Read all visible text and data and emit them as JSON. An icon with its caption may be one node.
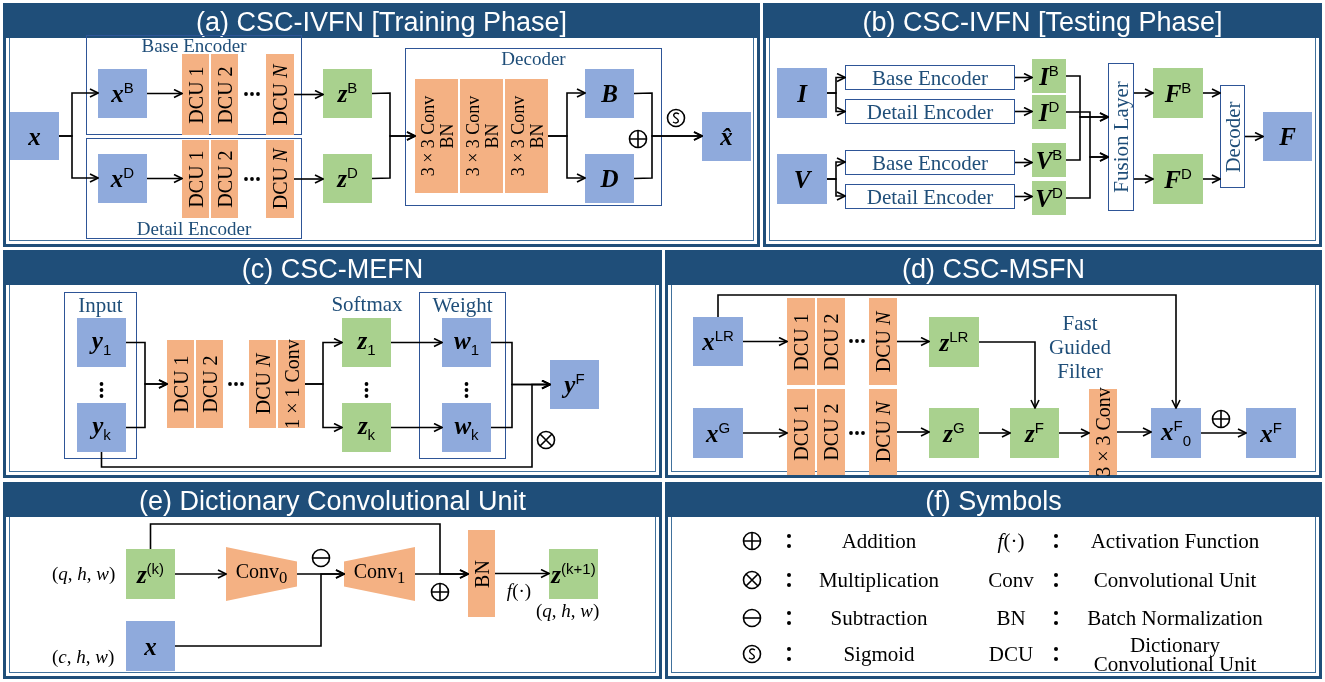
{
  "diagram": {
    "nodes": [
      {
        "text": [
          "(a) CSC-IVFN [Training Phase]"
        ]
      },
      {
        "text": [
          "x"
        ],
        "in": 0
      },
      {
        "text": [
          "Base Encoder"
        ],
        "in": 0
      },
      {
        "text": [
          "x$^{B}$"
        ],
        "in": 2
      },
      {
        "text": [
          "DCU 1"
        ],
        "in": 2
      },
      {
        "text": [
          "DCU 2"
        ],
        "in": 2
      },
      {
        "text": [
          "DCU *N*"
        ],
        "in": 2
      },
      {
        "text": [
          "Detail Encoder"
        ],
        "in": 0
      },
      {
        "text": [
          "x$^{D}$"
        ],
        "in": 7
      },
      {
        "text": [
          "DCU 1"
        ],
        "in": 7
      },
      {
        "text": [
          "DCU 2"
        ],
        "in": 7
      },
      {
        "text": [
          "DCU *N*"
        ],
        "in": 7
      },
      {
        "text": [
          "z$^{B}$"
        ],
        "in": 0
      },
      {
        "text": [
          "z$^{D}$"
        ],
        "in": 0
      },
      {
        "text": [
          "Decoder"
        ],
        "in": 0
      },
      {
        "text": [
          "3 × 3 Conv",
          "BN"
        ],
        "in": 14
      },
      {
        "text": [
          "3 × 3 Conv",
          "BN"
        ],
        "in": 14
      },
      {
        "text": [
          "3 × 3 Conv",
          "BN"
        ],
        "in": 14
      },
      {
        "text": [
          "B"
        ],
        "in": 14
      },
      {
        "text": [
          "D"
        ],
        "in": 14
      },
      {
        "text": [
          "x̂"
        ],
        "in": 0
      },
      {
        "text": [
          "(b) CSC-IVFN [Testing Phase]"
        ]
      },
      {
        "text": [
          "I"
        ],
        "in": 21
      },
      {
        "text": [
          "Base Encoder"
        ],
        "in": 21
      },
      {
        "text": [
          "Detail Encoder"
        ],
        "in": 21
      },
      {
        "text": [
          "V"
        ],
        "in": 21
      },
      {
        "text": [
          "Base Encoder"
        ],
        "in": 21
      },
      {
        "text": [
          "Detail Encoder"
        ],
        "in": 21
      },
      {
        "text": [
          "I$^{B}$"
        ],
        "in": 21
      },
      {
        "text": [
          "I$^{D}$"
        ],
        "in": 21
      },
      {
        "text": [
          "V$^{B}$"
        ],
        "in": 21
      },
      {
        "text": [
          "V$^{D}$"
        ],
        "in": 21
      },
      {
        "text": [
          "Fusion Layer"
        ],
        "in": 21
      },
      {
        "text": [
          "F$^{B}$"
        ],
        "in": 21
      },
      {
        "text": [
          "F$^{D}$"
        ],
        "in": 21
      },
      {
        "text": [
          "Decoder"
        ],
        "in": 21
      },
      {
        "text": [
          "F"
        ],
        "in": 21
      },
      {
        "text": [
          "(c) CSC-MEFN"
        ]
      },
      {
        "text": [
          "Input"
        ],
        "in": 37
      },
      {
        "text": [
          "y$_{1}$"
        ],
        "in": 38
      },
      {
        "text": [
          "y$_{k}$"
        ],
        "in": 38
      },
      {
        "text": [
          "DCU 1"
        ],
        "in": 37
      },
      {
        "text": [
          "DCU 2"
        ],
        "in": 37
      },
      {
        "text": [
          "DCU *N*"
        ],
        "in": 37
      },
      {
        "text": [
          "1 × 1 Conv"
        ],
        "in": 37
      },
      {
        "text": [
          "z$_{1}$"
        ],
        "in": 37
      },
      {
        "text": [
          "z$_{k}$"
        ],
        "in": 37
      },
      {
        "text": [
          "Weight"
        ],
        "in": 37
      },
      {
        "text": [
          "w$_{1}$"
        ],
        "in": 47
      },
      {
        "text": [
          "w$_{k}$"
        ],
        "in": 47
      },
      {
        "text": [
          "y$^{F}$"
        ],
        "in": 37
      },
      {
        "text": [
          "(d) CSC-MSFN"
        ]
      },
      {
        "text": [
          "x$^{LR}$"
        ],
        "in": 51
      },
      {
        "text": [
          "DCU 1"
        ],
        "in": 51
      },
      {
        "text": [
          "DCU 2"
        ],
        "in": 51
      },
      {
        "text": [
          "DCU *N*"
        ],
        "in": 51
      },
      {
        "text": [
          "z$^{LR}$"
        ],
        "in": 51
      },
      {
        "text": [
          "x$^{G}$"
        ],
        "in": 51
      },
      {
        "text": [
          "DCU 1"
        ],
        "in": 51
      },
      {
        "text": [
          "DCU 2"
        ],
        "in": 51
      },
      {
        "text": [
          "DCU *N*"
        ],
        "in": 51
      },
      {
        "text": [
          "z$^{G}$"
        ],
        "in": 51
      },
      {
        "text": [
          "z$^{F}$"
        ],
        "in": 51
      },
      {
        "text": [
          "3 × 3 Conv"
        ],
        "in": 51
      },
      {
        "text": [
          "x$^{F}$$_{0}$"
        ],
        "in": 51
      },
      {
        "text": [
          "x$^{F}$"
        ],
        "in": 51
      },
      {
        "text": [
          "(e) Dictionary Convolutional Unit"
        ]
      },
      {
        "text": [
          "z$^{(k)}$"
        ],
        "in": 66,
        "beside": [
          "(*q*, *h*, *w*)"
        ]
      },
      {
        "text": [
          "Conv$_{0}$"
        ],
        "in": 66
      },
      {
        "text": [
          "Conv$_{1}$"
        ],
        "in": 66
      },
      {
        "text": [
          "BN"
        ],
        "in": 66
      },
      {
        "text": [
          "z$^{(k+1)}$"
        ],
        "in": 66,
        "beside": [
          "(*q*, *h*, *w*)"
        ]
      },
      {
        "text": [
          "x"
        ],
        "in": 66,
        "beside": [
          "(*c*, *h*, *w*)"
        ]
      },
      {
        "text": [
          "(f) Symbols"
        ]
      }
    ],
    "edges": [
      {
        "from": 1,
        "to": 3,
        "arrow": "to"
      },
      {
        "from": 1,
        "to": 8,
        "arrow": "to"
      },
      {
        "from": 3,
        "to": 4,
        "arrow": "to"
      },
      {
        "from": 6,
        "to": 12,
        "arrow": "to"
      },
      {
        "from": 8,
        "to": 9,
        "arrow": "to"
      },
      {
        "from": 11,
        "to": 13,
        "arrow": "to"
      },
      {
        "from": 12,
        "to": 15,
        "arrow": "to"
      },
      {
        "from": 13,
        "to": 15,
        "arrow": "to"
      },
      {
        "from": 17,
        "to": 18,
        "arrow": "to"
      },
      {
        "from": 17,
        "to": 19,
        "arrow": "to"
      },
      {
        "from": 18,
        "to": 20,
        "arrow": "to"
      },
      {
        "from": 19,
        "to": 20,
        "arrow": "to"
      },
      {
        "from": 22,
        "to": 23,
        "arrow": "to"
      },
      {
        "from": 22,
        "to": 24,
        "arrow": "to"
      },
      {
        "from": 25,
        "to": 26,
        "arrow": "to"
      },
      {
        "from": 25,
        "to": 27,
        "arrow": "to"
      },
      {
        "from": 23,
        "to": 28,
        "arrow": "to"
      },
      {
        "from": 24,
        "to": 29,
        "arrow": "to"
      },
      {
        "from": 26,
        "to": 30,
        "arrow": "to"
      },
      {
        "from": 27,
        "to": 31,
        "arrow": "to"
      },
      {
        "from": 28,
        "to": 32,
        "arrow": "to"
      },
      {
        "from": 30,
        "to": 32,
        "arrow": "to"
      },
      {
        "from": 29,
        "to": 32,
        "arrow": "to"
      },
      {
        "from": 31,
        "to": 32,
        "arrow": "to"
      },
      {
        "from": 32,
        "to": 33,
        "arrow": "to"
      },
      {
        "from": 32,
        "to": 34,
        "arrow": "to"
      },
      {
        "from": 33,
        "to": 35,
        "arrow": "to"
      },
      {
        "from": 34,
        "to": 35,
        "arrow": "to"
      },
      {
        "from": 35,
        "to": 36,
        "arrow": "to"
      },
      {
        "from": 39,
        "to": 41,
        "arrow": "to"
      },
      {
        "from": 40,
        "to": 41,
        "arrow": "to"
      },
      {
        "from": 44,
        "to": 45,
        "arrow": "to"
      },
      {
        "from": 44,
        "to": 46,
        "arrow": "to"
      },
      {
        "from": 45,
        "to": 48,
        "arrow": "to"
      },
      {
        "from": 46,
        "to": 49,
        "arrow": "to"
      },
      {
        "from": 48,
        "to": 50,
        "arrow": "to"
      },
      {
        "from": 49,
        "to": 50,
        "arrow": "to"
      },
      {
        "from": 40,
        "to": 50,
        "arrow": "to"
      },
      {
        "from": 52,
        "to": 53,
        "arrow": "to"
      },
      {
        "from": 55,
        "to": 56,
        "arrow": "to"
      },
      {
        "from": 56,
        "to": 62,
        "arrow": "to"
      },
      {
        "from": 52,
        "to": 64,
        "arrow": "to"
      },
      {
        "from": 57,
        "to": 58,
        "arrow": "to"
      },
      {
        "from": 60,
        "to": 61,
        "arrow": "to"
      },
      {
        "from": 61,
        "to": 62,
        "arrow": "to"
      },
      {
        "from": 62,
        "to": 63,
        "arrow": "to"
      },
      {
        "from": 63,
        "to": 64,
        "arrow": "to"
      },
      {
        "from": 64,
        "to": 65,
        "arrow": "to"
      },
      {
        "from": 67,
        "to": 68,
        "arrow": "to"
      },
      {
        "from": 68,
        "to": 69,
        "arrow": "to"
      },
      {
        "from": 72,
        "to": 69,
        "arrow": "to"
      },
      {
        "from": 67,
        "to": 70,
        "arrow": "to"
      },
      {
        "from": 69,
        "to": 70,
        "arrow": "to"
      },
      {
        "from": 70,
        "to": 71,
        "arrow": "to",
        "label": "*f*(·)"
      }
    ],
    "labels": [
      "Softmax",
      "Fast Guided Filter",
      "Addition",
      "*f*(·)",
      "Activation Function",
      "Multiplication",
      "Conv",
      "Convolutional Unit",
      "Subtraction",
      "BN",
      "Batch Normalization",
      "Sigmoid",
      "DCU",
      "Dictionary Convolutional Unit"
    ]
  }
}
